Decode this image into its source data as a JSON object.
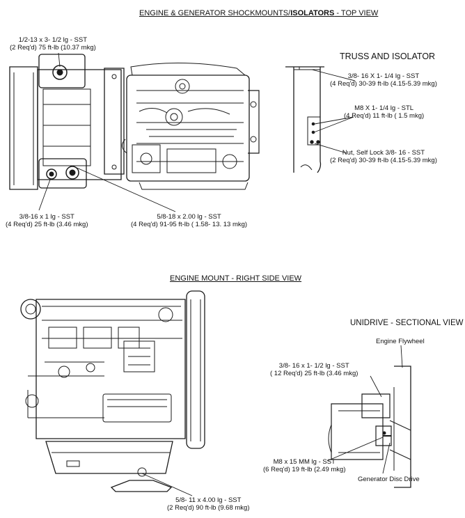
{
  "headings": {
    "top_view_prefix": "ENGINE & GENERATOR SHOCKMOUNTS/",
    "top_view_bold": "ISOLATORS",
    "top_view_suffix": " - TOP VIEW",
    "truss": "TRUSS AND ISOLATOR",
    "right_side": "ENGINE MOUNT - RIGHT SIDE VIEW",
    "unidrive": "UNIDRIVE - SECTIONAL VIEW"
  },
  "labels": {
    "shock_bolt": [
      "1/2-13 x 3- 1/2 lg - SST",
      "(2 Req'd) 75 ft-lb (10.37 mkg)"
    ],
    "iso_small": [
      "3/8-16 x 1 lg - SST",
      "(4 Req'd) 25 ft-lb (3.46 mkg)"
    ],
    "iso_large": [
      "5/8-18 x 2.00 lg - SST",
      "(4 Req'd) 91-95 ft-lb ( 1.58- 13. 13 mkg)"
    ],
    "truss_bolt": [
      "3/8- 16 X 1- 1/4 lg - SST",
      "(4 Req'd) 30-39 ft-lb (4.15-5.39 mkg)"
    ],
    "truss_m8": [
      "M8 X 1- 1/4 lg - STL",
      "(4 Req'd)  11 ft-lb ( 1.5 mkg)"
    ],
    "truss_nut": [
      "Nut, Self Lock 3/8- 16 - SST",
      "(2 Req'd) 30-39 ft-lb (4.15-5.39 mkg)"
    ],
    "mount_bolt": [
      "5/8- 11 x 4.00 lg - SST",
      "(2 Req'd) 90 ft-lb (9.68 mkg)"
    ],
    "flywheel": "Engine Flywheel",
    "uni_bolt": [
      "3/8- 16 x  1- 1/2 lg - SST",
      "( 12 Req'd) 25 ft-lb (3.46 mkg)"
    ],
    "uni_m8": [
      "M8 x  15 MM lg - SST",
      "(6 Req'd)  19 ft-lb (2.49 mkg)"
    ],
    "disc_drive": "Generator Disc Drive"
  }
}
